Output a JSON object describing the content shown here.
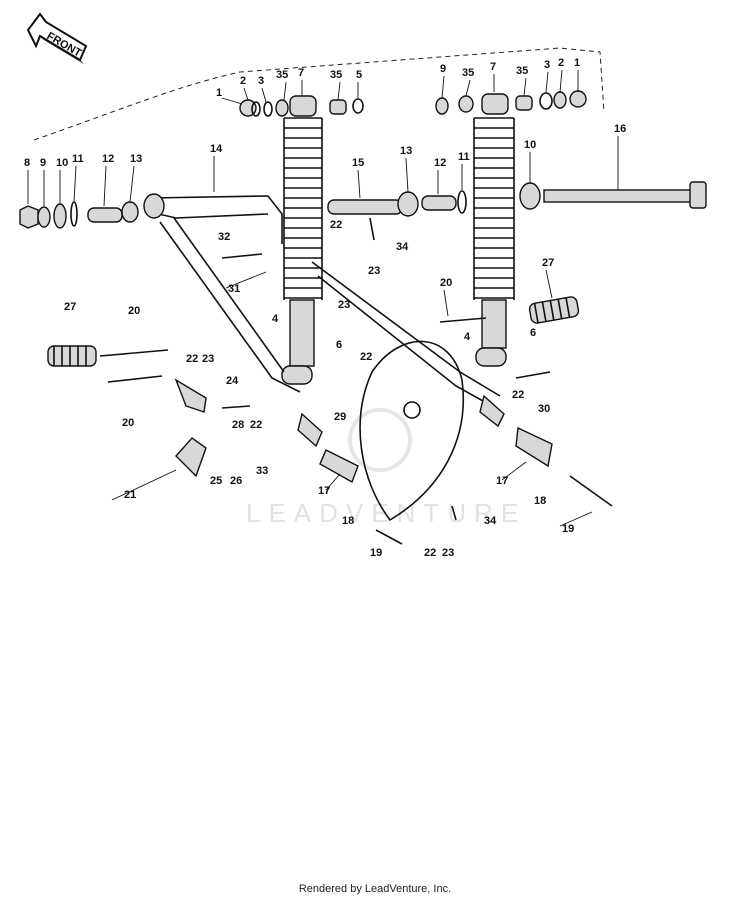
{
  "front_label": "FRONT",
  "watermark_text": "LEADVENTURE",
  "footer_text": "Rendered by LeadVenture, Inc.",
  "callouts": [
    "1",
    "2",
    "3",
    "35",
    "7",
    "35",
    "5",
    "9",
    "35",
    "7",
    "35",
    "3",
    "2",
    "1",
    "8",
    "9",
    "10",
    "11",
    "12",
    "13",
    "14",
    "15",
    "13",
    "12",
    "11",
    "10",
    "16",
    "22",
    "34",
    "23",
    "32",
    "31",
    "27",
    "20",
    "27",
    "20",
    "23",
    "4",
    "6",
    "22",
    "22",
    "23",
    "6",
    "4",
    "22",
    "30",
    "20",
    "24",
    "29",
    "28",
    "22",
    "25",
    "26",
    "33",
    "21",
    "17",
    "18",
    "19",
    "22",
    "23",
    "34",
    "17",
    "18",
    "19"
  ],
  "colors": {
    "ink": "#111111",
    "paper": "#ffffff",
    "watermark": "#e2e2e2"
  }
}
